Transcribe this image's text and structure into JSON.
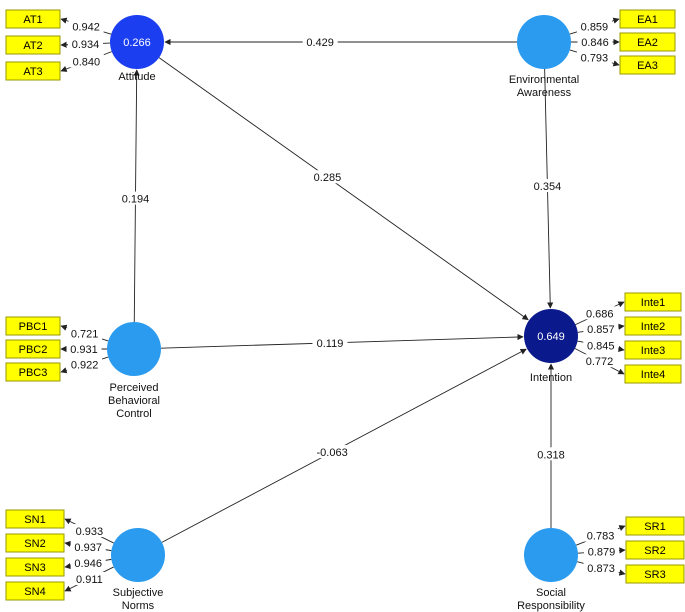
{
  "constructs": {
    "attitude": {
      "name": [
        "Attitude"
      ],
      "r2": "0.266",
      "color": "#1a3ef0"
    },
    "environmental_awareness": {
      "name": [
        "Environmental",
        "Awareness"
      ],
      "r2": "",
      "color": "#2b9bf0"
    },
    "perceived_behavioral_control": {
      "name": [
        "Perceived",
        "Behavioral",
        "Control"
      ],
      "r2": "",
      "color": "#2b9bf0"
    },
    "intention": {
      "name": [
        "Intention"
      ],
      "r2": "0.649",
      "color": "#0a1a8c"
    },
    "subjective_norms": {
      "name": [
        "Subjective",
        "Norms"
      ],
      "r2": "",
      "color": "#2b9bf0"
    },
    "social_responsibility": {
      "name": [
        "Social",
        "Responsibility"
      ],
      "r2": "",
      "color": "#2b9bf0"
    }
  },
  "paths": [
    {
      "from": "environmental_awareness",
      "to": "attitude",
      "coef": "0.429"
    },
    {
      "from": "perceived_behavioral_control",
      "to": "attitude",
      "coef": "0.194"
    },
    {
      "from": "attitude",
      "to": "intention",
      "coef": "0.285"
    },
    {
      "from": "environmental_awareness",
      "to": "intention",
      "coef": "0.354"
    },
    {
      "from": "perceived_behavioral_control",
      "to": "intention",
      "coef": "0.119"
    },
    {
      "from": "subjective_norms",
      "to": "intention",
      "coef": "-0.063"
    },
    {
      "from": "social_responsibility",
      "to": "intention",
      "coef": "0.318"
    }
  ],
  "indicators": {
    "attitude": [
      {
        "label": "AT1",
        "loading": "0.942"
      },
      {
        "label": "AT2",
        "loading": "0.934"
      },
      {
        "label": "AT3",
        "loading": "0.840"
      }
    ],
    "environmental_awareness": [
      {
        "label": "EA1",
        "loading": "0.859"
      },
      {
        "label": "EA2",
        "loading": "0.846"
      },
      {
        "label": "EA3",
        "loading": "0.793"
      }
    ],
    "perceived_behavioral_control": [
      {
        "label": "PBC1",
        "loading": "0.721"
      },
      {
        "label": "PBC2",
        "loading": "0.931"
      },
      {
        "label": "PBC3",
        "loading": "0.922"
      }
    ],
    "intention": [
      {
        "label": "Inte1",
        "loading": "0.686"
      },
      {
        "label": "Inte2",
        "loading": "0.857"
      },
      {
        "label": "Inte3",
        "loading": "0.845"
      },
      {
        "label": "Inte4",
        "loading": "0.772"
      }
    ],
    "subjective_norms": [
      {
        "label": "SN1",
        "loading": "0.933"
      },
      {
        "label": "SN2",
        "loading": "0.937"
      },
      {
        "label": "SN3",
        "loading": "0.946"
      },
      {
        "label": "SN4",
        "loading": "0.911"
      }
    ],
    "social_responsibility": [
      {
        "label": "SR1",
        "loading": "0.783"
      },
      {
        "label": "SR2",
        "loading": "0.879"
      },
      {
        "label": "SR3",
        "loading": "0.873"
      }
    ]
  },
  "colors": {
    "indicator_fill": "#ffff00",
    "edge": "#222222"
  }
}
